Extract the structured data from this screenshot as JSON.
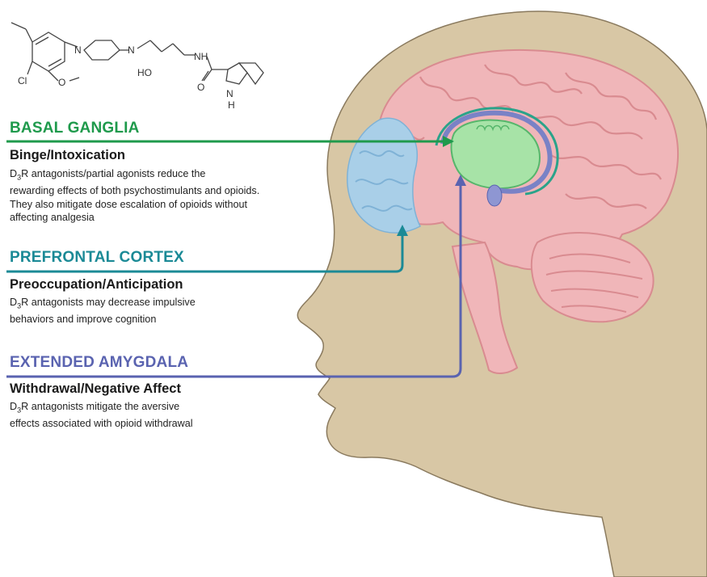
{
  "colors": {
    "skin": "#d8c7a5",
    "skin_outline": "#8a7a5e",
    "brain": "#f0b6b9",
    "brain_outline": "#d98b90",
    "prefrontal": "#a9cfe8",
    "basal_ganglia": "#a7e3a7",
    "amygdala": "#9aa2d6",
    "green": "#1f9a4c",
    "teal": "#1b8a96",
    "blue": "#5a63b0"
  },
  "molecule": {
    "atoms": [
      "N",
      "N",
      "Cl",
      "O",
      "HO",
      "NH",
      "O",
      "N",
      "H"
    ]
  },
  "sections": [
    {
      "heading": "BASAL GANGLIA",
      "subheading": "Binge/Intoxication",
      "d3_prefix": "D",
      "d3_subscript": "3",
      "d3_suffix": "R",
      "body_line1": " antagonists/partial agonists reduce the",
      "body_rest": "rewarding effects of both psychostimulants and opioids. They also mitigate dose escalation of opioids without affecting analgesia"
    },
    {
      "heading": "PREFRONTAL CORTEX",
      "subheading": "Preoccupation/Anticipation",
      "d3_prefix": "D",
      "d3_subscript": "3",
      "d3_suffix": "R",
      "body_line1": " antagonists may decrease impulsive",
      "body_rest": "behaviors and improve cognition"
    },
    {
      "heading": "EXTENDED AMYGDALA",
      "subheading": "Withdrawal/Negative Affect",
      "d3_prefix": "D",
      "d3_subscript": "3",
      "d3_suffix": "R",
      "body_line1": " antagonists mitigate the aversive",
      "body_rest": "effects associated with opioid withdrawal"
    }
  ]
}
